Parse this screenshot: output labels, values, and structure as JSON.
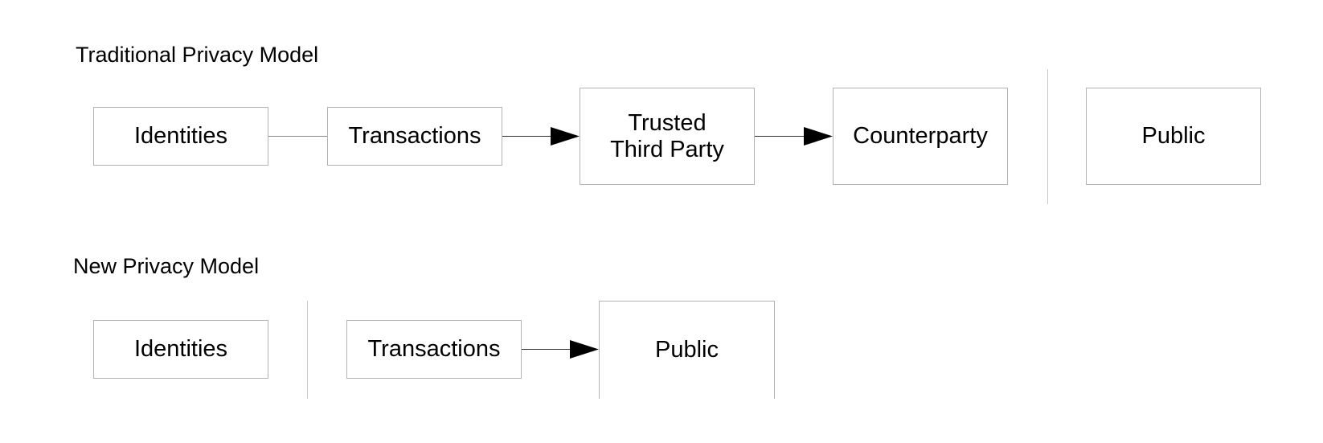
{
  "traditional": {
    "title": "Traditional Privacy Model",
    "boxes": {
      "identities": "Identities",
      "transactions": "Transactions",
      "trusted_third_party": "Trusted\nThird Party",
      "counterparty": "Counterparty",
      "public": "Public"
    }
  },
  "new_model": {
    "title": "New Privacy Model",
    "boxes": {
      "identities": "Identities",
      "transactions": "Transactions",
      "public": "Public"
    }
  },
  "colors": {
    "box_border": "#b3b3b3",
    "divider": "#c8c8c8",
    "connector": "#333333",
    "arrowhead": "#000000"
  }
}
